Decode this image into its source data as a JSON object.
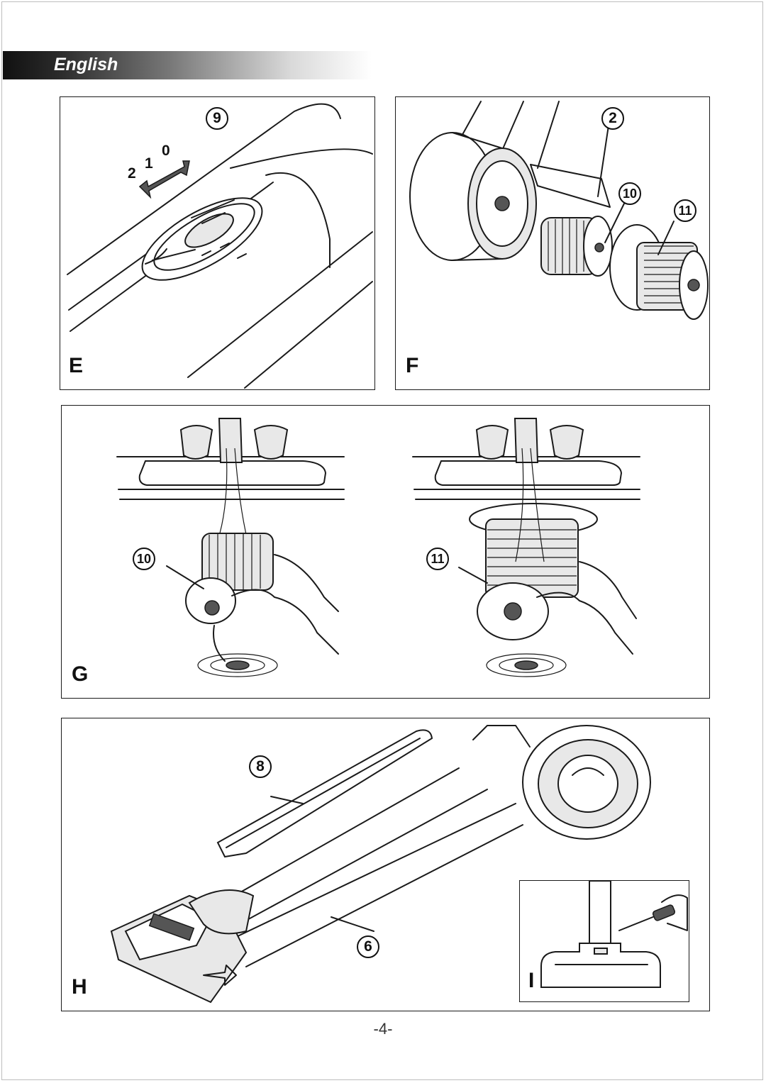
{
  "header": {
    "language": "English"
  },
  "panels": {
    "E": {
      "letter": "E",
      "callout": "9",
      "speed_labels": [
        "2",
        "1",
        "0"
      ]
    },
    "F": {
      "letter": "F",
      "callouts": [
        "2",
        "10",
        "11"
      ]
    },
    "G": {
      "letter": "G",
      "callouts": [
        "10",
        "11"
      ]
    },
    "H": {
      "letter": "H",
      "callouts": [
        "8",
        "6"
      ]
    },
    "I": {
      "letter": "I"
    }
  },
  "footer": {
    "page_number": "-4-"
  }
}
